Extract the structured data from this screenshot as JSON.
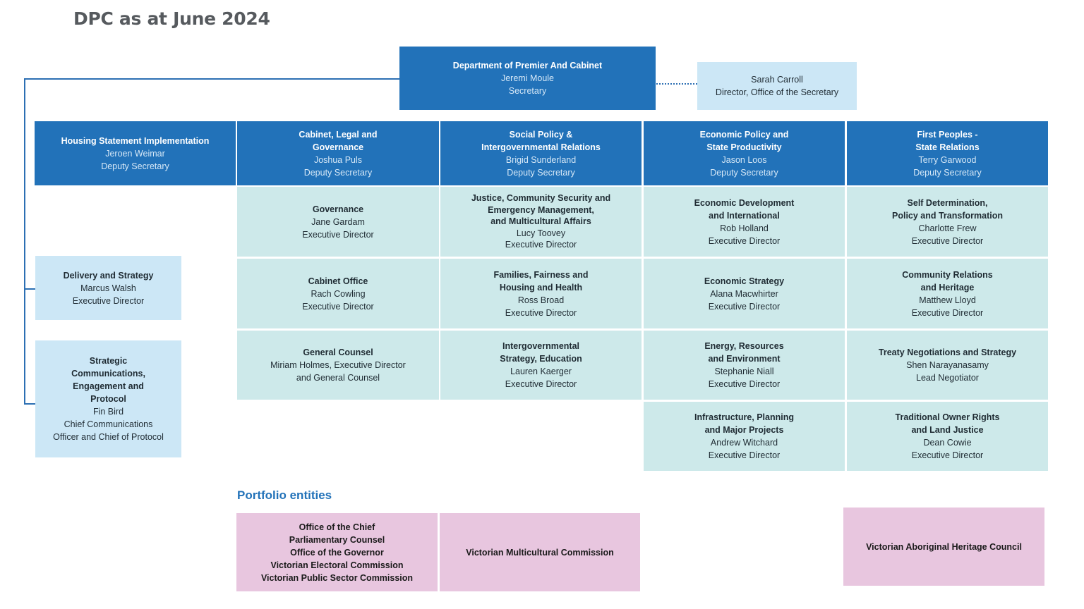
{
  "title": "DPC as at June 2024",
  "secretary": {
    "name": "Department of Premier And Cabinet",
    "person": "Jeremi Moule",
    "role": "Secretary"
  },
  "office_of_secretary": {
    "person": "Sarah Carroll",
    "role": "Director, Office of the Secretary"
  },
  "deputy_secretaries": [
    {
      "name": "Housing Statement Implementation",
      "person": "Jeroen Weimar",
      "role": "Deputy Secretary"
    },
    {
      "name": "Cabinet, Legal and\nGovernance",
      "person": "Joshua Puls",
      "role": "Deputy Secretary"
    },
    {
      "name": "Social Policy &\nIntergovernmental Relations",
      "person": "Brigid Sunderland",
      "role": "Deputy Secretary"
    },
    {
      "name": "Economic Policy and\nState Productivity",
      "person": "Jason Loos",
      "role": "Deputy Secretary"
    },
    {
      "name": "First Peoples -\nState Relations",
      "person": "Terry Garwood",
      "role": "Deputy Secretary"
    }
  ],
  "side_units": [
    {
      "name": "Delivery and Strategy",
      "person": "Marcus Walsh",
      "role": "Executive Director"
    },
    {
      "name": "Strategic\nCommunications,\nEngagement and\nProtocol",
      "person": "Fin Bird",
      "role": "Chief Communications\nOfficer and Chief of Protocol"
    }
  ],
  "columns": [
    {
      "units": [
        {
          "name": "Governance",
          "person": "Jane Gardam",
          "role": "Executive Director"
        },
        {
          "name": "Cabinet Office",
          "person": "Rach Cowling",
          "role": "Executive Director"
        },
        {
          "name": "General Counsel",
          "person": "Miriam Holmes, Executive Director\nand General Counsel",
          "role": ""
        }
      ]
    },
    {
      "units": [
        {
          "name": "Justice, Community Security and\nEmergency Management,\nand Multicultural Affairs",
          "person": "Lucy Toovey",
          "role": "Executive Director"
        },
        {
          "name": "Families, Fairness and\nHousing and Health",
          "person": "Ross Broad",
          "role": "Executive Director"
        },
        {
          "name": "Intergovernmental\nStrategy, Education",
          "person": "Lauren Kaerger",
          "role": "Executive Director"
        }
      ]
    },
    {
      "units": [
        {
          "name": "Economic Development\nand International",
          "person": "Rob Holland",
          "role": "Executive Director"
        },
        {
          "name": "Economic Strategy",
          "person": "Alana Macwhirter",
          "role": "Executive Director"
        },
        {
          "name": "Energy, Resources\nand Environment",
          "person": "Stephanie Niall",
          "role": "Executive Director"
        },
        {
          "name": "Infrastructure, Planning\nand Major Projects",
          "person": "Andrew Witchard",
          "role": "Executive Director"
        }
      ]
    },
    {
      "units": [
        {
          "name": "Self Determination,\nPolicy and Transformation",
          "person": "Charlotte Frew",
          "role": "Executive Director"
        },
        {
          "name": "Community Relations\nand Heritage",
          "person": "Matthew Lloyd",
          "role": "Executive Director"
        },
        {
          "name": "Treaty Negotiations and Strategy",
          "person": "Shen Narayanasamy",
          "role": "Lead Negotiator"
        },
        {
          "name": "Traditional Owner Rights\nand Land Justice",
          "person": "Dean Cowie",
          "role": "Executive Director"
        }
      ]
    }
  ],
  "portfolio": {
    "heading": "Portfolio entities",
    "entities": [
      {
        "name": "Office of the Chief\nParliamentary Counsel\nOffice of the Governor\nVictorian Electoral Commission\nVictorian Public Sector Commission"
      },
      {
        "name": "Victorian Multicultural Commission"
      },
      {
        "name": "Victorian Aboriginal Heritage Council"
      }
    ]
  }
}
